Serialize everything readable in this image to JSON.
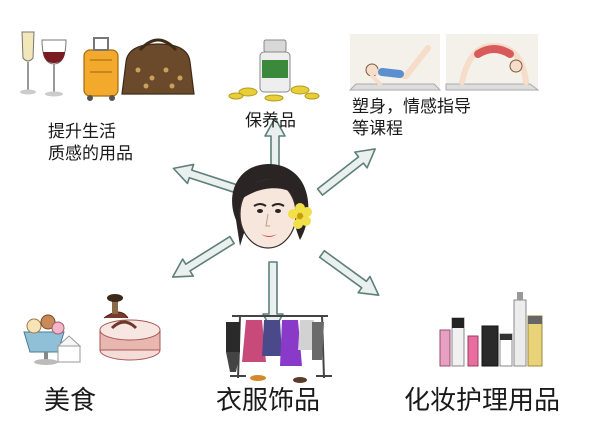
{
  "diagram": {
    "center": {
      "icon": "woman-face-icon"
    },
    "nodes": [
      {
        "id": "quality",
        "icon": "wine-luggage-handbag-icon",
        "lines": [
          "提升生活",
          "质感的用品"
        ]
      },
      {
        "id": "supplements",
        "icon": "supplement-bottle-icon",
        "lines": [
          "保养品"
        ]
      },
      {
        "id": "courses",
        "icon": "yoga-pose-icon",
        "lines": [
          "塑身，情感指导",
          "等课程"
        ]
      },
      {
        "id": "food",
        "icon": "dessert-cake-icon",
        "lines": [
          "美食"
        ]
      },
      {
        "id": "clothing",
        "icon": "clothing-rack-icon",
        "lines": [
          "衣服饰品"
        ]
      },
      {
        "id": "cosmetics",
        "icon": "cosmetics-bottles-icon",
        "lines": [
          "化妆护理用品"
        ]
      }
    ]
  },
  "colors": {
    "arrow_fill": "#e9f0ee",
    "arrow_stroke": "#5f7f7a",
    "text": "#1a1a1a"
  }
}
